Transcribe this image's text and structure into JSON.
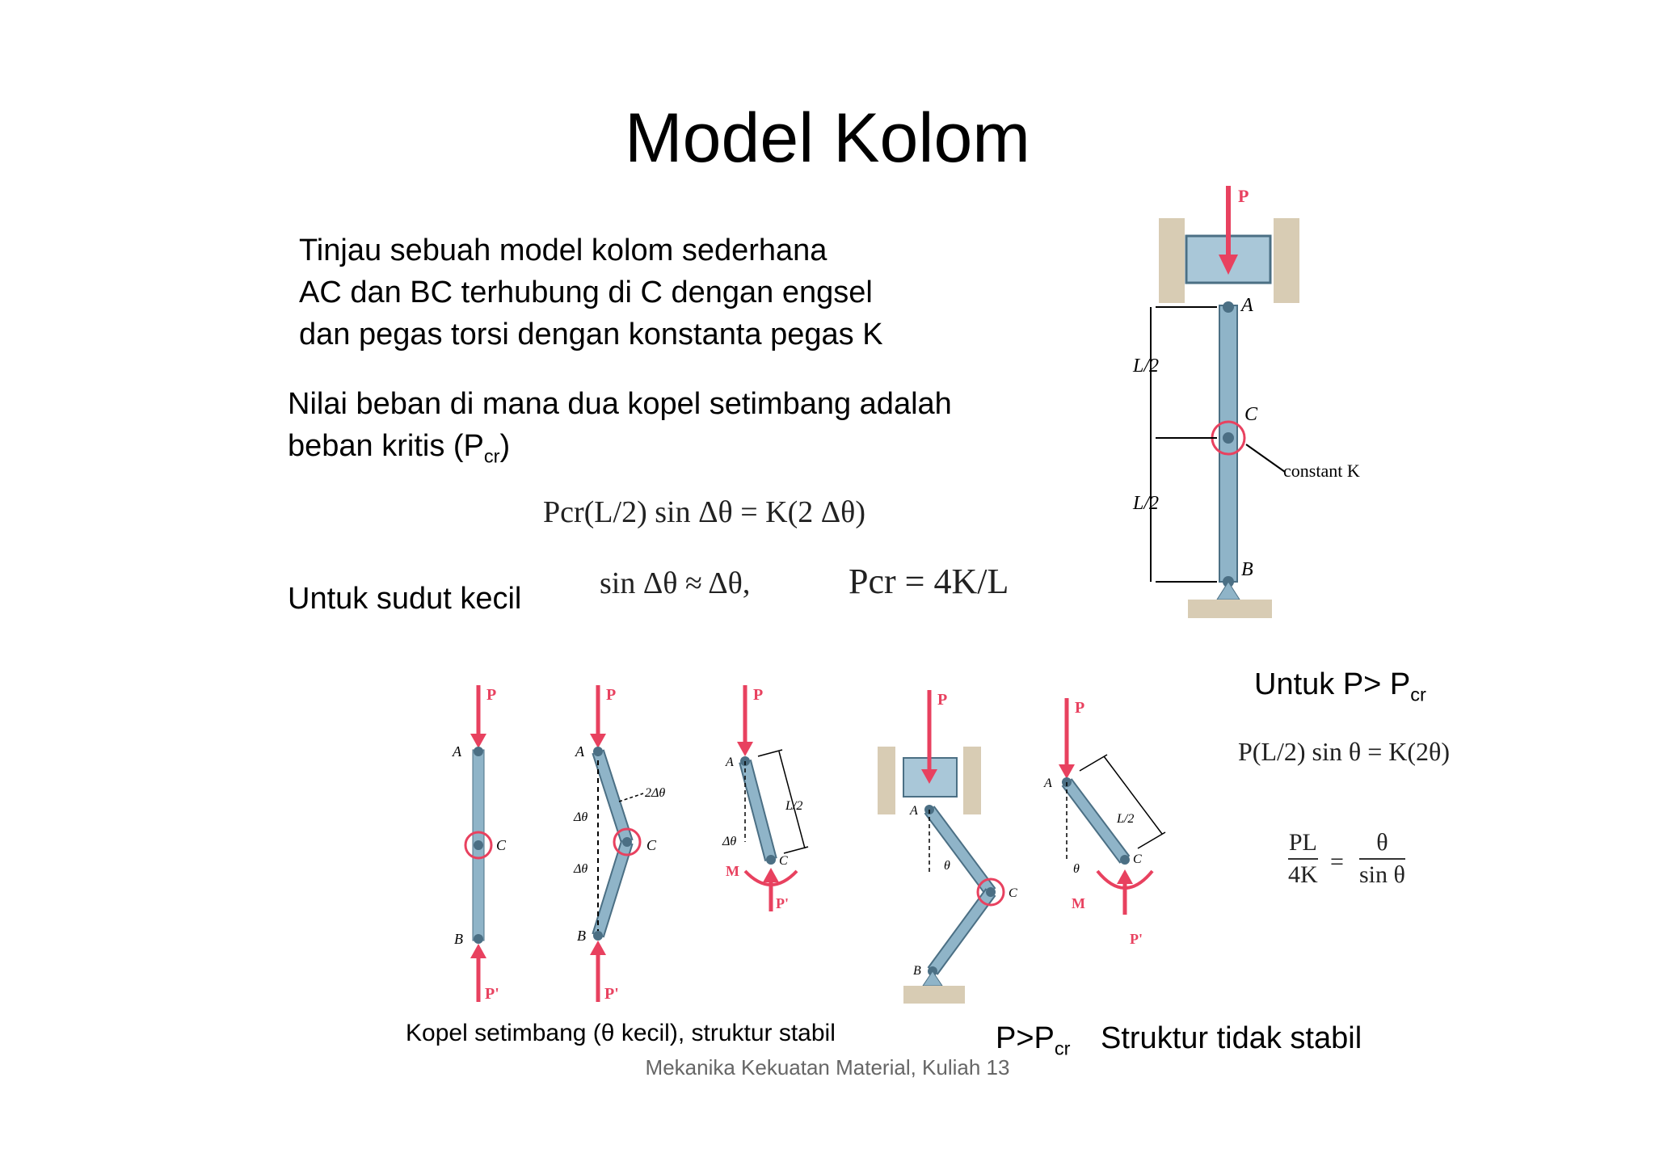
{
  "slide": {
    "title": "Model Kolom",
    "para1": [
      "Tinjau sebuah model kolom sederhana",
      "AC dan BC terhubung di C dengan engsel",
      "dan pegas torsi dengan konstanta pegas K"
    ],
    "para2_line1": "Nilai beban di mana dua kopel setimbang adalah",
    "para2_line2_pre": "beban kritis (P",
    "para2_line2_sub": "cr",
    "para2_line2_post": ")",
    "small_angle_label": "Untuk sudut kecil",
    "above_label_pre": "Untuk P> P",
    "above_label_sub": "cr",
    "caption_stable": "Kopel setimbang (θ kecil), struktur stabil",
    "caption_pgt_pre": "P>P",
    "caption_pgt_sub": "cr",
    "caption_unstable": "Struktur tidak stabil",
    "footer": "Mekanika Kekuatan Material, Kuliah 13"
  },
  "equations": {
    "main": "Pcr(L/2) sin Δθ = K(2 Δθ)",
    "small_angle": "sin Δθ ≈ Δθ,",
    "pcr": "Pcr = 4K/L",
    "above": "P(L/2) sin θ = K(2θ)",
    "frac_left_num": "PL",
    "frac_left_den": "4K",
    "frac_right_num": "θ",
    "frac_right_den": "sin θ",
    "equals": "="
  },
  "diagram_labels": {
    "load": "P",
    "reaction": "P'",
    "point_a": "A",
    "point_b": "B",
    "point_c": "C",
    "half_length": "L/2",
    "spring": "constant K",
    "delta_theta": "Δθ",
    "two_delta_theta": "2Δθ",
    "moment": "M",
    "theta": "θ"
  },
  "colors": {
    "column": "#8fb4c8",
    "column_edge": "#4b6f84",
    "arrow": "#e8415f",
    "support": "#d8ccb4",
    "block": "#a9c7d8"
  }
}
